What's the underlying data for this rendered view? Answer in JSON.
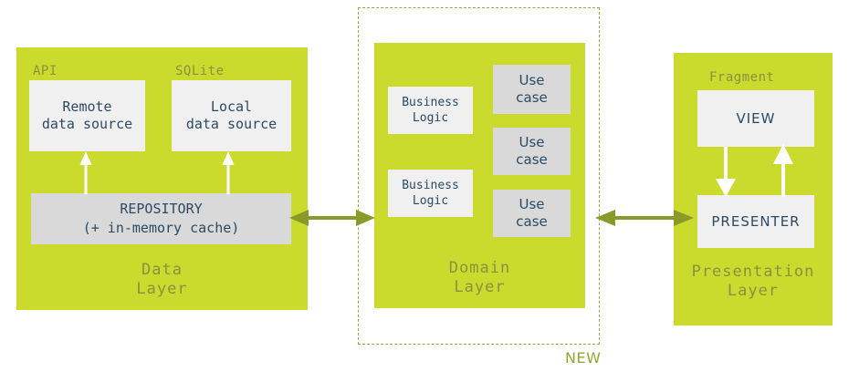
{
  "diagram": {
    "title": "Clean Architecture layers diagram",
    "colors": {
      "layer_green": "#cbdb2e",
      "box_light": "#f0f0f0",
      "box_gray": "#d9d9d9",
      "text_blue": "#2c4a63",
      "label_olive": "#8a9140",
      "arrow_olive": "#8a9a2a",
      "new_green": "#8faa32",
      "dashed_border": "#9aa83a"
    }
  },
  "data_layer": {
    "title": "Data\nLayer",
    "source_labels": [
      {
        "name": "api",
        "text": "API"
      },
      {
        "name": "sqlite",
        "text": "SQLite"
      }
    ],
    "boxes": [
      {
        "name": "remote-data-source",
        "text": "Remote\ndata source"
      },
      {
        "name": "local-data-source",
        "text": "Local\ndata source"
      },
      {
        "name": "repository",
        "text": "REPOSITORY\n(+ in-memory cache)"
      }
    ]
  },
  "domain_layer": {
    "title": "Domain\nLayer",
    "new_tag": "NEW",
    "business_logic": [
      {
        "name": "business-logic-1",
        "text": "Business\nLogic"
      },
      {
        "name": "business-logic-2",
        "text": "Business\nLogic"
      }
    ],
    "use_cases": [
      {
        "name": "use-case-1",
        "text": "Use\ncase"
      },
      {
        "name": "use-case-2",
        "text": "Use\ncase"
      },
      {
        "name": "use-case-3",
        "text": "Use\ncase"
      }
    ]
  },
  "presentation_layer": {
    "title": "Presentation\nLayer",
    "source_labels": [
      {
        "name": "fragment",
        "text": "Fragment"
      }
    ],
    "boxes": [
      {
        "name": "view",
        "text": "VIEW"
      },
      {
        "name": "presenter",
        "text": "PRESENTER"
      }
    ]
  },
  "connectors": [
    {
      "name": "data-to-domain-arrow",
      "kind": "bidirectional",
      "from": "Data Layer",
      "to": "Domain Layer"
    },
    {
      "name": "domain-to-presentation-arrow",
      "kind": "bidirectional",
      "from": "Domain Layer",
      "to": "Presentation Layer"
    },
    {
      "name": "repository-to-remote-arrow",
      "kind": "up",
      "from": "REPOSITORY",
      "to": "Remote data source"
    },
    {
      "name": "repository-to-local-arrow",
      "kind": "up",
      "from": "REPOSITORY",
      "to": "Local data source"
    },
    {
      "name": "view-to-presenter-arrow",
      "kind": "down",
      "from": "VIEW",
      "to": "PRESENTER"
    },
    {
      "name": "presenter-to-view-arrow",
      "kind": "up",
      "from": "PRESENTER",
      "to": "VIEW"
    }
  ]
}
